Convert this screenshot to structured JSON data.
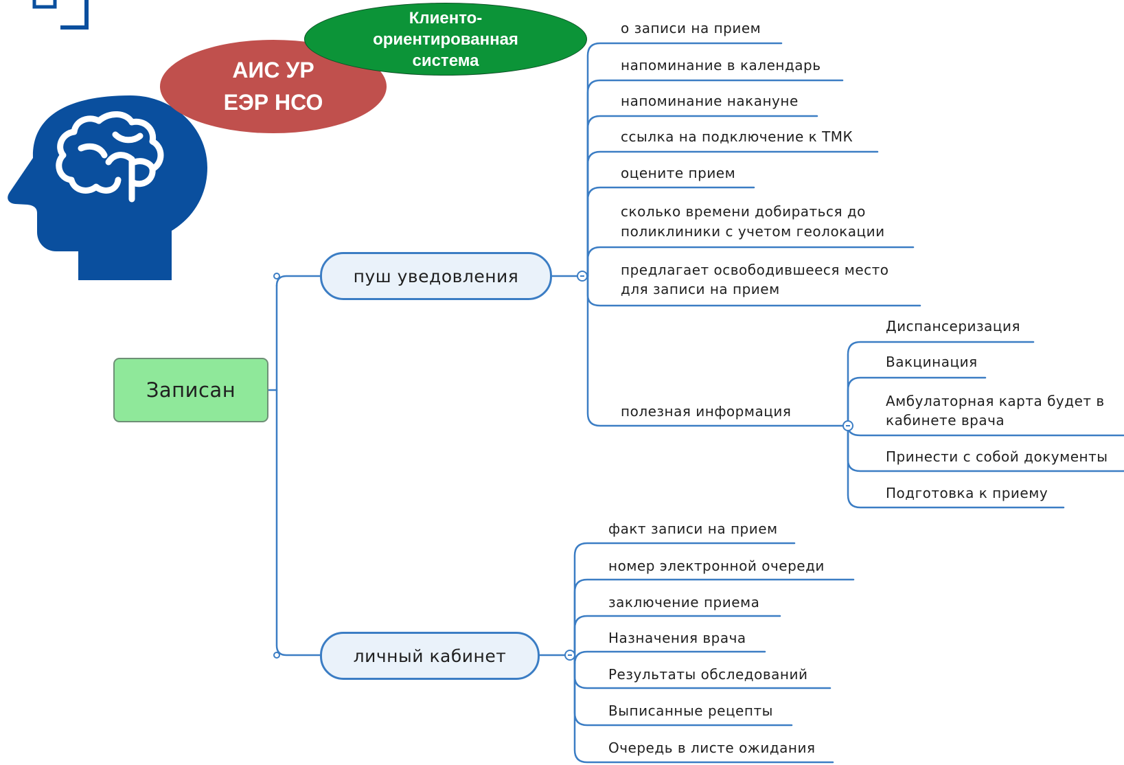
{
  "header": {
    "client_oriented_label": "Клиенто-ориентированная система",
    "client_oriented_lines": [
      "Клиенто-",
      "ориентированная",
      "система"
    ],
    "systems_lines": [
      "АИС УР",
      "ЕЭР НСО"
    ]
  },
  "mindmap": {
    "root": "Записан",
    "push": {
      "label": "пуш уведовления",
      "items": [
        "о записи на прием",
        "напоминание в календарь",
        "напоминание накануне",
        "ссылка на подключение к ТМК",
        "оцените прием",
        "сколько времени добираться до",
        "поликлиники с учетом геолокации",
        "предлагает освободившееся место",
        "для записи на прием"
      ],
      "useful": {
        "label": "полезная информация",
        "items": [
          "Диспансеризация",
          "Вакцинация",
          "Амбулаторная карта будет в",
          "кабинете врача",
          "Принести с собой документы",
          "Подготовка к приему"
        ]
      }
    },
    "cabinet": {
      "label": "личный кабинет",
      "items": [
        "факт записи на прием",
        "номер электронной очереди",
        "заключение приема",
        "Назначения врача",
        "Результаты обследований",
        "Выписанные рецепты",
        "Очередь в листе ожидания"
      ]
    }
  },
  "colors": {
    "icon_blue": "#0a4f9e",
    "line_blue": "#3b7dc4",
    "oval_red": "#c0504d",
    "oval_green": "#0c9438",
    "root_green": "#8fe89a"
  }
}
